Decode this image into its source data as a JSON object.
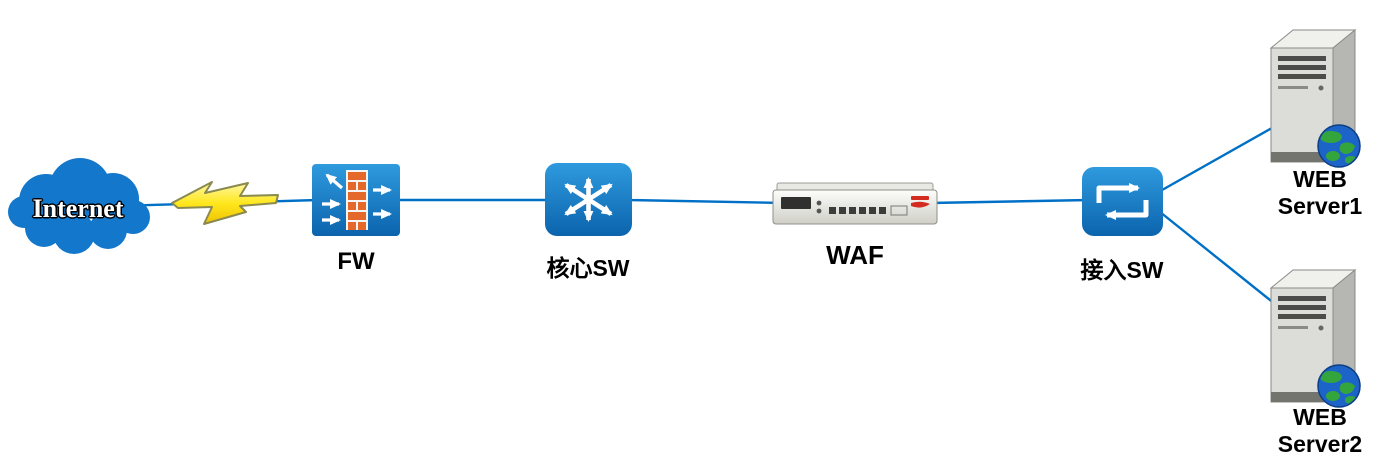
{
  "diagram_type": "network-topology",
  "nodes": {
    "internet": {
      "label": "Internet",
      "type": "cloud"
    },
    "firewall": {
      "label": "FW",
      "type": "firewall"
    },
    "core_switch": {
      "label": "核心SW",
      "type": "core-switch"
    },
    "waf": {
      "label": "WAF",
      "type": "waf-appliance"
    },
    "access_switch": {
      "label": "接入SW",
      "type": "access-switch"
    },
    "web_server1": {
      "label": "WEB\nServer1",
      "type": "server"
    },
    "web_server2": {
      "label": "WEB\nServer2",
      "type": "server"
    }
  },
  "connections": [
    {
      "from": "internet",
      "to": "firewall",
      "style": "lightning-bolt"
    },
    {
      "from": "firewall",
      "to": "core_switch",
      "style": "line"
    },
    {
      "from": "core_switch",
      "to": "waf",
      "style": "line"
    },
    {
      "from": "waf",
      "to": "access_switch",
      "style": "line"
    },
    {
      "from": "access_switch",
      "to": "web_server1",
      "style": "line"
    },
    {
      "from": "access_switch",
      "to": "web_server2",
      "style": "line"
    }
  ],
  "colors": {
    "link_blue": "#0070c6",
    "node_blue": "#1377cb",
    "lightning_yellow": "#ffe71e",
    "brick_orange": "#e4682a",
    "label_black": "#000000"
  }
}
